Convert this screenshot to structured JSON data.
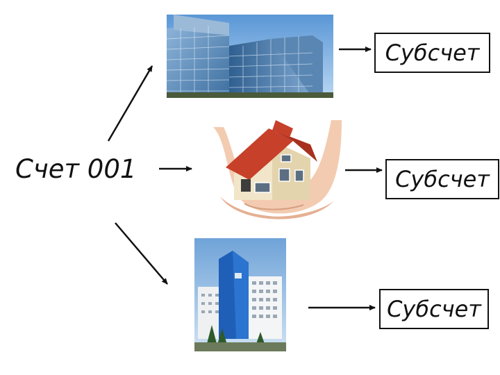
{
  "main_account": {
    "label": "Счет 001"
  },
  "sub_accounts": [
    {
      "label": "Субсчет"
    },
    {
      "label": "Субсчет"
    },
    {
      "label": "Субсчет"
    }
  ],
  "images": [
    {
      "icon": "glass-office-buildings-image"
    },
    {
      "icon": "house-in-hands-image"
    },
    {
      "icon": "blue-white-office-tower-image"
    }
  ]
}
